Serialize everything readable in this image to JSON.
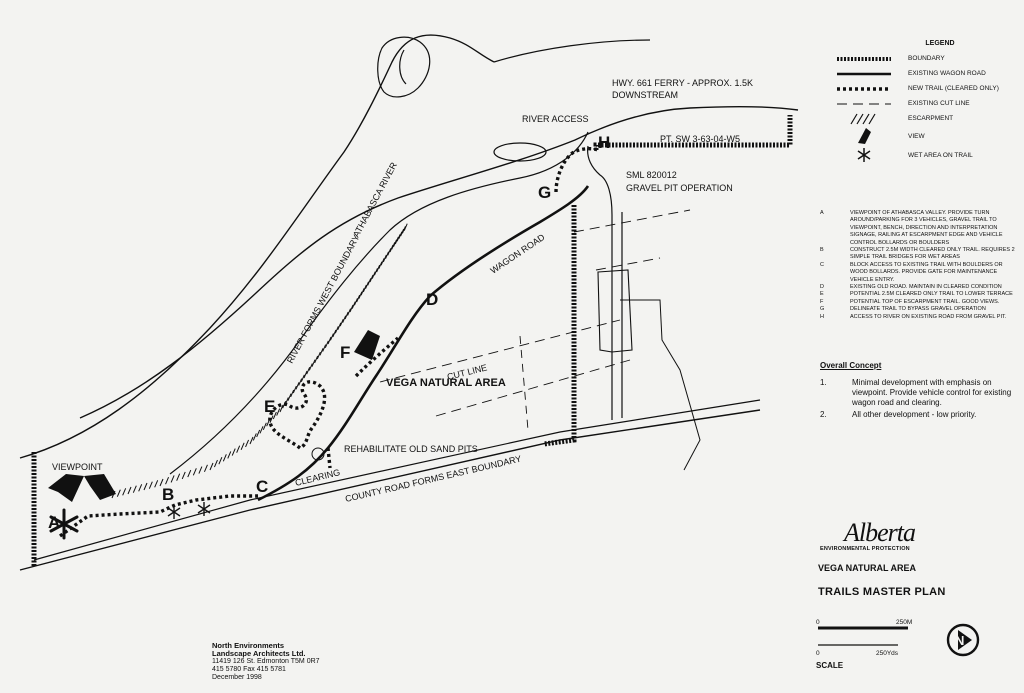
{
  "map": {
    "labels": {
      "ferry_line1": "HWY. 661 FERRY - APPROX. 1.5K",
      "ferry_line2": "DOWNSTREAM",
      "river_access": "RIVER ACCESS",
      "pt": "PT. SW 3-63-04-W5",
      "sml_line1": "SML 820012",
      "sml_line2": "GRAVEL PIT OPERATION",
      "athabasca": "ATHABASCA RIVER",
      "river_boundary": "RIVER FORMS WEST BOUNDARY",
      "wagon_road": "WAGON ROAD",
      "cut_line": "CUT LINE",
      "vega": "VEGA NATURAL AREA",
      "rehab": "REHABILITATE OLD SAND PITS",
      "clearing": "CLEARING",
      "county_road": "COUNTY ROAD FORMS EAST BOUNDARY",
      "viewpoint": "VIEWPOINT"
    },
    "letters": {
      "A": "A",
      "B": "B",
      "C": "C",
      "D": "D",
      "E": "E",
      "F": "F",
      "G": "G",
      "H": "H"
    }
  },
  "legend": {
    "title": "LEGEND",
    "items": [
      {
        "symbol": "boundary",
        "label": "BOUNDARY"
      },
      {
        "symbol": "wagon-road",
        "label": "EXISTING WAGON ROAD"
      },
      {
        "symbol": "new-trail",
        "label": "NEW TRAIL (CLEARED ONLY)"
      },
      {
        "symbol": "cut-line",
        "label": "EXISTING CUT LINE"
      },
      {
        "symbol": "escarpment",
        "label": "ESCARPMENT"
      },
      {
        "symbol": "view-icon",
        "label": "VIEW"
      },
      {
        "symbol": "wet-area-icon",
        "label": "WET AREA ON TRAIL"
      }
    ]
  },
  "notes": [
    {
      "key": "A",
      "text": "Viewpoint of Athabasca Valley. Provide turn around/parking for 3 vehicles, gravel trail to viewpoint, bench, direction and interpretation signage, railing at escarpment edge and vehicle control bollards or boulders"
    },
    {
      "key": "B",
      "text": "Construct 2.5m width cleared only trail. Requires 2 simple trail bridges for wet areas"
    },
    {
      "key": "C",
      "text": "Block access to existing trail with boulders or wood bollards. Provide gate for maintenance vehicle entry."
    },
    {
      "key": "D",
      "text": "Existing old road. Maintain in cleared condition"
    },
    {
      "key": "E",
      "text": "Potential 2.5m cleared only trail to lower terrace"
    },
    {
      "key": "F",
      "text": "Potential top of escarpment trail. Good views."
    },
    {
      "key": "G",
      "text": "Delineate trail to bypass gravel operation"
    },
    {
      "key": "H",
      "text": "Access to river on existing road from gravel pit."
    }
  ],
  "concept": {
    "title": "Overall Concept",
    "items": [
      {
        "num": "1.",
        "text": "Minimal development with emphasis on viewpoint. Provide vehicle control for existing wagon road and clearing."
      },
      {
        "num": "2.",
        "text": "All other development - low priority."
      }
    ]
  },
  "brand": {
    "logo": "Alberta",
    "sub": "ENVIRONMENTAL PROTECTION"
  },
  "plan": {
    "title": "VEGA NATURAL AREA",
    "subtitle": "TRAILS MASTER PLAN"
  },
  "scale": {
    "zero1": "0",
    "metres": "250M",
    "zero2": "0",
    "yards": "250Yds",
    "label": "SCALE"
  },
  "north": {
    "label": "N"
  },
  "firm": {
    "line1": "North Environments",
    "line2": "Landscape Architects Ltd.",
    "line3": "11419 126 St. Edmonton T5M 0R7",
    "line4": "415 5780 Fax 415 5781",
    "line5": "December 1998"
  },
  "colors": {
    "ink": "#111111",
    "paper": "#f3f3f1"
  }
}
